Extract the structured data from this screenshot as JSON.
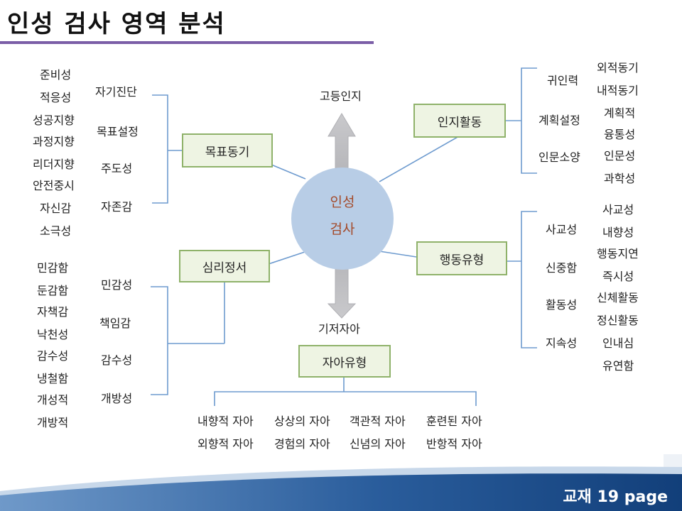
{
  "title": "인성 검사 영역 분석",
  "center": {
    "line1": "인성",
    "line2": "검사"
  },
  "axis": {
    "top": "고등인지",
    "bottom": "기저자아"
  },
  "goal": {
    "box": "목표동기",
    "far_left": [
      "준비성",
      "적응성",
      "성공지향",
      "과정지향",
      "리더지향",
      "안전중시",
      "자신감",
      "소극성"
    ],
    "branches": [
      "자기진단",
      "목표설정",
      "주도성",
      "자존감"
    ]
  },
  "emotion": {
    "box": "심리정서",
    "far_left": [
      "민감함",
      "둔감함",
      "자책감",
      "낙천성",
      "감수성",
      "냉철함",
      "개성적",
      "개방적"
    ],
    "branches": [
      "민감성",
      "책임감",
      "감수성",
      "개방성"
    ]
  },
  "cognition": {
    "box": "인지활동",
    "branches": [
      "귀인력",
      "계획설정",
      "인문소양"
    ],
    "right": [
      "외적동기",
      "내적동기",
      "계획적",
      "융통성",
      "인문성",
      "과학성"
    ]
  },
  "behavior": {
    "box": "행동유형",
    "branches": [
      "사교성",
      "신중함",
      "활동성",
      "지속성"
    ],
    "right": [
      "사교성",
      "내향성",
      "행동지연",
      "즉시성",
      "신체활동",
      "정신활동",
      "인내심",
      "유연함"
    ]
  },
  "self": {
    "box": "자아유형",
    "row1": [
      "내향적 자아",
      "상상의 자아",
      "객관적 자아",
      "훈련된 자아"
    ],
    "row2": [
      "외향적 자아",
      "경험의 자아",
      "신념의 자아",
      "반항적 자아"
    ]
  },
  "footer": {
    "label": "교재 19 page"
  },
  "colors": {
    "title_rule": "#7b5ea7",
    "box_fill": "#eef4e3",
    "box_border": "#8fb26a",
    "connector": "#6e9bcf",
    "circle": "#b8cde6",
    "center_text": "#a44a2a",
    "footer": "#1e4f8f"
  }
}
